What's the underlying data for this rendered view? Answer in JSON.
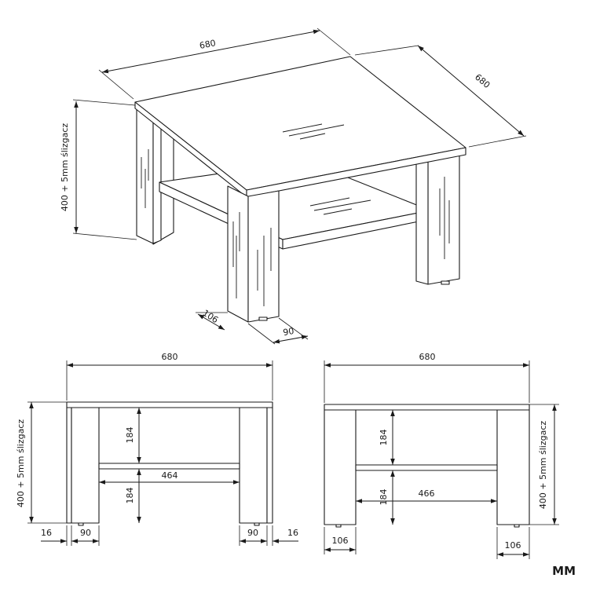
{
  "perspective": {
    "width_label": "680",
    "depth_label": "680",
    "height_label": "400 + 5mm ślizgacz",
    "leg_width_label": "106",
    "leg_depth_label": "90"
  },
  "front_view": {
    "width_label": "680",
    "height_label": "400 + 5mm ślizgacz",
    "upper_gap_label": "184",
    "lower_gap_label": "184",
    "inner_width_label": "464",
    "left_inset_label": "16",
    "left_leg_label": "90",
    "right_leg_label": "90",
    "right_inset_label": "16"
  },
  "side_view": {
    "width_label": "680",
    "height_label": "400 + 5mm ślizgacz",
    "upper_gap_label": "184",
    "lower_gap_label": "184",
    "inner_width_label": "466",
    "left_leg_label": "106",
    "right_leg_label": "106"
  },
  "unit_label": "MM"
}
